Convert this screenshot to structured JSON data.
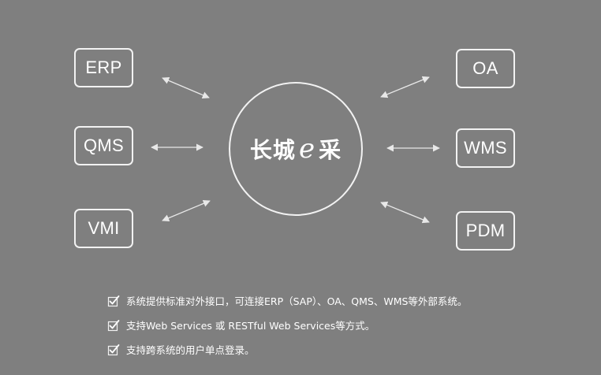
{
  "hub": {
    "label_before": "长城",
    "label_e": "e",
    "label_after": "采"
  },
  "systems": {
    "left": [
      {
        "label": "ERP"
      },
      {
        "label": "QMS"
      },
      {
        "label": "VMI"
      }
    ],
    "right": [
      {
        "label": "OA"
      },
      {
        "label": "WMS"
      },
      {
        "label": "PDM"
      }
    ]
  },
  "connector_style": "bidirectional-arrow",
  "colors": {
    "background": "#7f7f7f",
    "stroke": "#f2f2f2",
    "text": "#ffffff"
  },
  "features": [
    {
      "icon": "checkbox-checked-icon",
      "text": "系统提供标准对外接口，可连接ERP（SAP）、OA、QMS、WMS等外部系统。"
    },
    {
      "icon": "checkbox-checked-icon",
      "text": "支持Web Services 或 RESTful Web Services等方式。"
    },
    {
      "icon": "checkbox-checked-icon",
      "text": "支持跨系统的用户单点登录。"
    }
  ]
}
